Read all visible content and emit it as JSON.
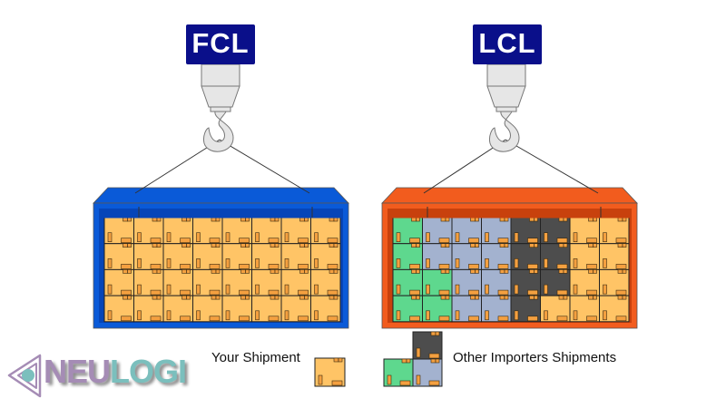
{
  "diagram": {
    "fcl": {
      "label": "FCL",
      "container_color": "#0a5ad8",
      "container_dark": "#0645b8",
      "grid": [
        [
          "Y",
          "Y",
          "Y",
          "Y",
          "Y",
          "Y",
          "Y",
          "Y"
        ],
        [
          "Y",
          "Y",
          "Y",
          "Y",
          "Y",
          "Y",
          "Y",
          "Y"
        ],
        [
          "Y",
          "Y",
          "Y",
          "Y",
          "Y",
          "Y",
          "Y",
          "Y"
        ],
        [
          "Y",
          "Y",
          "Y",
          "Y",
          "Y",
          "Y",
          "Y",
          "Y"
        ]
      ]
    },
    "lcl": {
      "label": "LCL",
      "container_color": "#f25c1e",
      "container_dark": "#c8410d",
      "grid": [
        [
          "G",
          "B",
          "B",
          "B",
          "D",
          "D",
          "Y",
          "Y"
        ],
        [
          "G",
          "B",
          "B",
          "B",
          "D",
          "D",
          "Y",
          "Y"
        ],
        [
          "G",
          "G",
          "B",
          "B",
          "D",
          "D",
          "Y",
          "Y"
        ],
        [
          "G",
          "G",
          "B",
          "B",
          "D",
          "Y",
          "Y",
          "Y"
        ]
      ]
    },
    "box_colors": {
      "Y": "#ffc466",
      "G": "#5ed88e",
      "B": "#a3b2cf",
      "D": "#4d4d4d",
      "tape": "#f4a040",
      "label_bg": "#0a0f8a"
    }
  },
  "legend": {
    "your_shipment": "Your Shipment",
    "other_shipments": "Other Importers Shipments"
  },
  "logo": {
    "part1": "NEU",
    "part2": "LOGI",
    "color1": "#a58cb5",
    "color2": "#7bbfbd"
  }
}
